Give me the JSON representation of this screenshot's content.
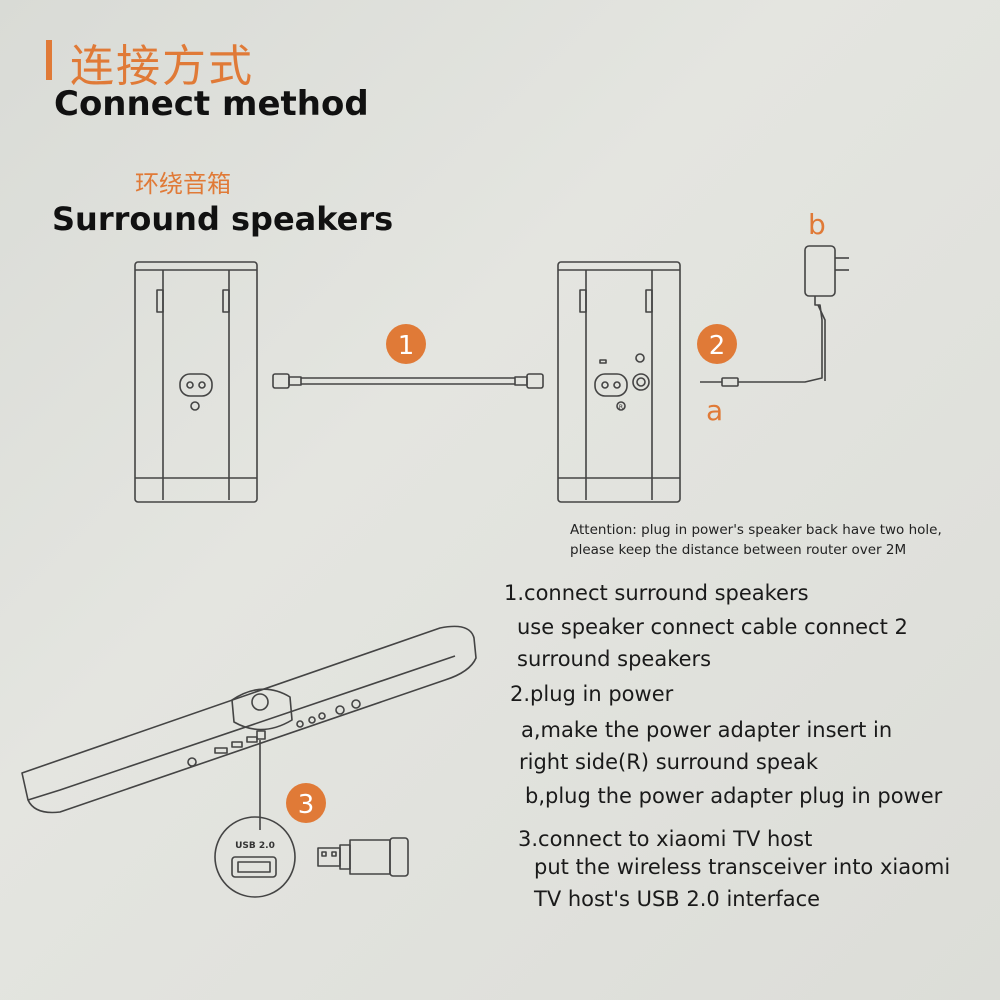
{
  "header": {
    "title_cn": "连接方式",
    "title_en": "Connect method"
  },
  "section": {
    "subtitle_cn": "环绕音箱",
    "subtitle_en": "Surround speakers"
  },
  "diagram": {
    "badge1": "1",
    "badge2": "2",
    "badge3": "3",
    "label_a": "a",
    "label_b": "b",
    "usb_label": "USB 2.0",
    "speaker_right_mark": "R"
  },
  "attention": {
    "line1": "Attention: plug in power's speaker back have two hole,",
    "line2": "please keep the distance between router over 2M"
  },
  "steps": {
    "s1_title": "1.connect surround speakers",
    "s1_l1": "use speaker connect cable connect 2",
    "s1_l2": "surround speakers",
    "s2_title": "2.plug in power",
    "s2_a1": "a,make the power adapter insert in",
    "s2_a2": "right side(R) surround speak",
    "s2_b": "b,plug the power adapter plug in power",
    "s3_title": "3.connect to xiaomi TV host",
    "s3_l1": "put the wireless transceiver into xiaomi",
    "s3_l2": "TV host's USB 2.0 interface"
  },
  "colors": {
    "accent": "#e07a37",
    "line": "#444444",
    "paper": "#e0e1dc"
  }
}
